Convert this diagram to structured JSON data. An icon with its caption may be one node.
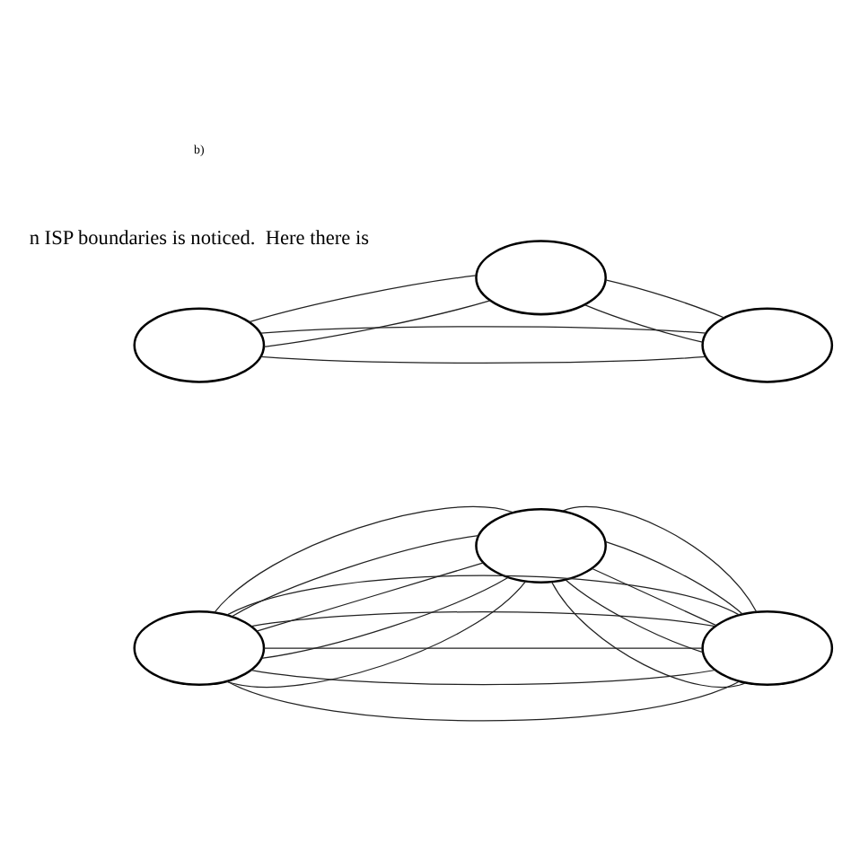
{
  "diagram": {
    "nodes": [
      {
        "text": [],
        "shape": "cloud"
      },
      {
        "text": [],
        "shape": "cloud"
      },
      {
        "text": [],
        "shape": "cloud"
      },
      {
        "text": [],
        "shape": "cloud"
      },
      {
        "text": [],
        "shape": "cloud"
      },
      {
        "text": [],
        "shape": "cloud"
      }
    ],
    "edges": [
      {
        "from": 0,
        "to": 1,
        "arrow": "none"
      },
      {
        "from": 0,
        "to": 1,
        "arrow": "none"
      },
      {
        "from": 0,
        "to": 1,
        "arrow": "none"
      },
      {
        "from": 0,
        "to": 1,
        "arrow": "none"
      },
      {
        "from": 0,
        "to": 1,
        "arrow": "none"
      },
      {
        "from": 0,
        "to": 2,
        "arrow": "none"
      },
      {
        "from": 0,
        "to": 2,
        "arrow": "none"
      },
      {
        "from": 0,
        "to": 2,
        "arrow": "none"
      },
      {
        "from": 0,
        "to": 2,
        "arrow": "none"
      },
      {
        "from": 0,
        "to": 2,
        "arrow": "none"
      },
      {
        "from": 1,
        "to": 2,
        "arrow": "none"
      },
      {
        "from": 1,
        "to": 2,
        "arrow": "none"
      },
      {
        "from": 1,
        "to": 2,
        "arrow": "none"
      },
      {
        "from": 1,
        "to": 2,
        "arrow": "none"
      },
      {
        "from": 1,
        "to": 2,
        "arrow": "none"
      },
      {
        "from": 3,
        "to": 4,
        "arrow": "none"
      },
      {
        "from": 3,
        "to": 4,
        "arrow": "none"
      },
      {
        "from": 3,
        "to": 5,
        "arrow": "none"
      },
      {
        "from": 3,
        "to": 5,
        "arrow": "none"
      },
      {
        "from": 4,
        "to": 5,
        "arrow": "none"
      },
      {
        "from": 4,
        "to": 5,
        "arrow": "none"
      }
    ],
    "labels": [
      "n ISP boundaries is noticed.  Here there is",
      "b)"
    ]
  }
}
